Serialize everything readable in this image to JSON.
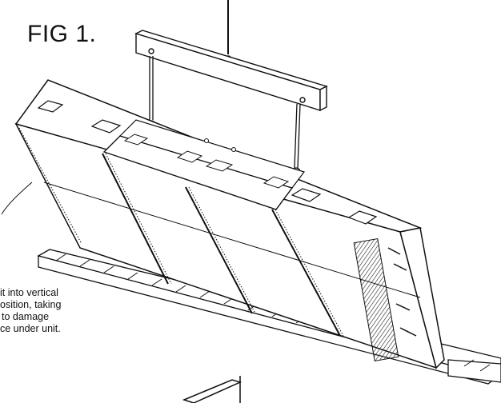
{
  "figure": {
    "title": "FIG 1.",
    "note_lines": [
      "it into vertical",
      "osition, taking",
      "to damage",
      "ce under unit."
    ]
  }
}
